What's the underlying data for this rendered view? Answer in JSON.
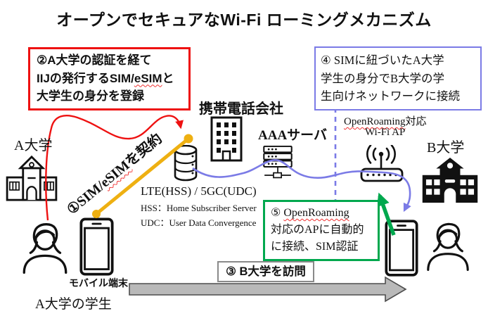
{
  "title": "オープンでセキュアなWi-Fi ローミングメカニズム",
  "colors": {
    "red": "#ee1111",
    "blue": "#7b7be6",
    "green": "#00a84e",
    "yellow": "#eeb012",
    "gray_arrow": "#b9b9b9"
  },
  "annotations": {
    "step1": {
      "pre": "①SIM/",
      "wavy": "eSIM",
      "post": "を契約"
    },
    "step2": {
      "line1": "②A大学の認証を経て",
      "line2_pre": "IIJの発行するSIM/",
      "line2_wavy": "eSIM",
      "line2_post": "と",
      "line3": "大学生の身分を登録"
    },
    "step3": {
      "label": "③ B大学を訪問"
    },
    "step4": {
      "line1": "④ SIMに紐づいたA大学",
      "line2": "学生の身分でB大学の学",
      "line3": "生向けネットワークに接続"
    },
    "step5": {
      "num": "⑤ ",
      "wavy": "OpenRoaming",
      "line2": "対応のAPに自動的",
      "line3": "に接続、SIM認証"
    }
  },
  "nodes": {
    "carrier_label": "携帯電話会社",
    "aaa_label": "AAAサーバ",
    "ap_wavy": "OpenRoaming",
    "ap_post": "対応",
    "ap_line2": "Wi-Fi AP",
    "univ_a": "A大学",
    "univ_b": "B大学",
    "student_a": "A大学の学生",
    "mobile": "モバイル端末"
  },
  "core_note": {
    "line1": "LTE(HSS) / 5GC(UDC)",
    "line2": "HSS：Home Subscriber Server",
    "line3": "UDC：User Data Convergence"
  },
  "icons": [
    "office-building-icon",
    "database-icon",
    "aaa-server-icon",
    "wifi-ap-icon",
    "school-outline-icon",
    "school-filled-icon",
    "student-icon",
    "phone-icon"
  ]
}
